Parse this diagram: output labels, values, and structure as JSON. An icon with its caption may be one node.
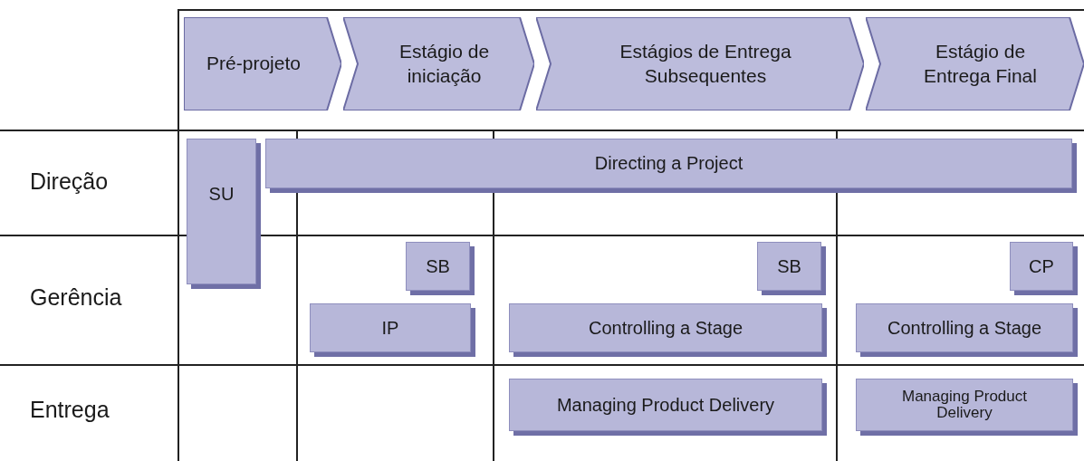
{
  "diagram": {
    "nodes": [
      {
        "text": [
          "Pré-projeto"
        ]
      },
      {
        "text": [
          "Estágio de iniciação"
        ]
      },
      {
        "text": [
          "Estágios de Entrega Subsequentes"
        ]
      },
      {
        "text": [
          "Estágio de Entrega Final"
        ]
      },
      {
        "text": [
          "SU"
        ]
      },
      {
        "text": [
          "Directing a Project"
        ]
      },
      {
        "text": [
          "SB"
        ]
      },
      {
        "text": [
          "SB"
        ]
      },
      {
        "text": [
          "CP"
        ]
      },
      {
        "text": [
          "IP"
        ]
      },
      {
        "text": [
          "Controlling a Stage"
        ]
      },
      {
        "text": [
          "Controlling a Stage"
        ]
      },
      {
        "text": [
          "Managing Product Delivery"
        ]
      },
      {
        "text": [
          "Managing Product Delivery"
        ]
      }
    ],
    "labels": [
      "Direção",
      "Gerência",
      "Entrega"
    ]
  }
}
